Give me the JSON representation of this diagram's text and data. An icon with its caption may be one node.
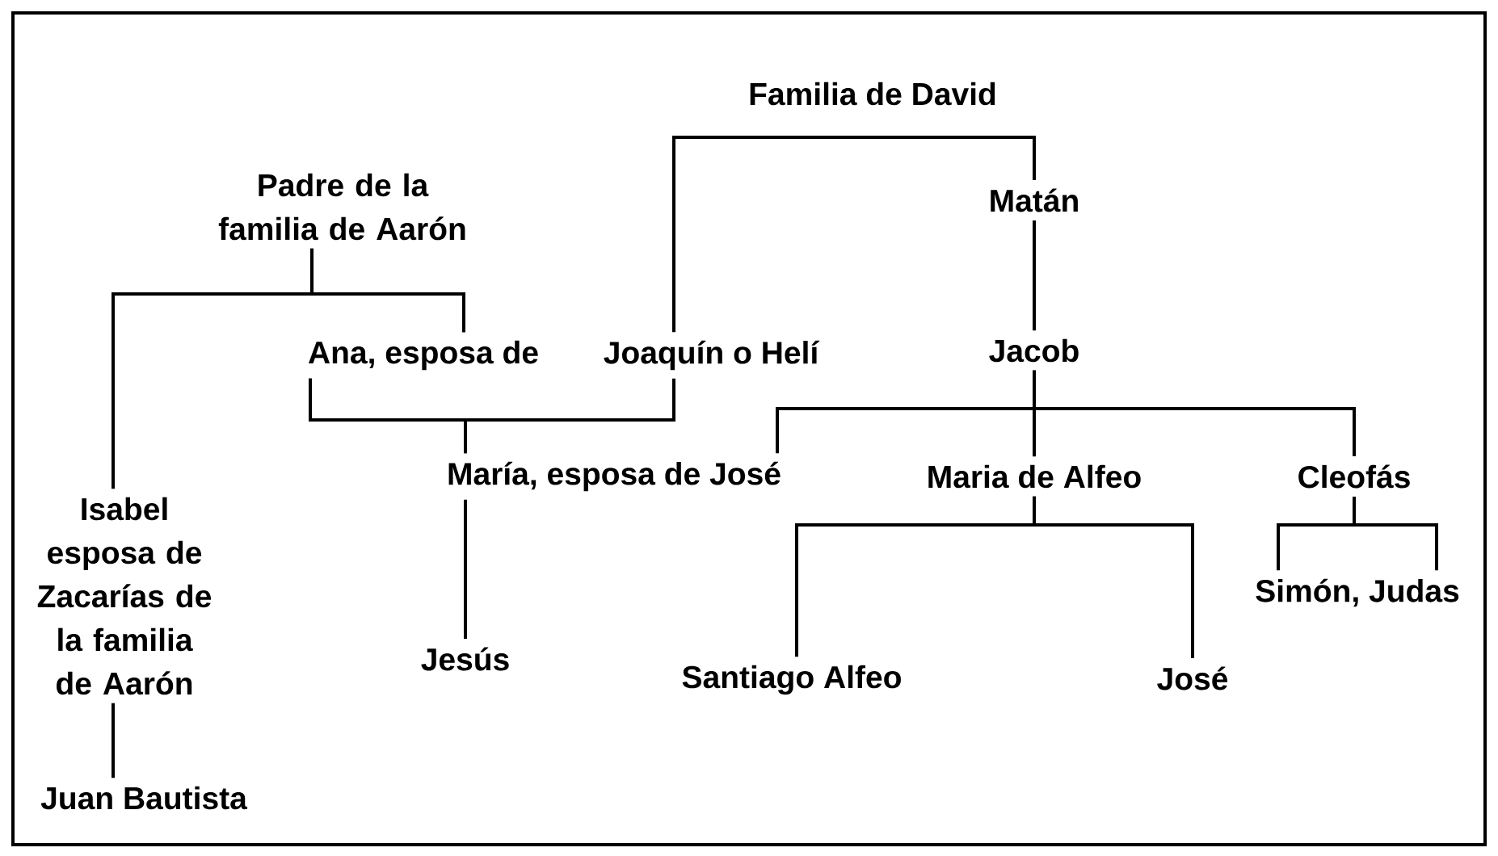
{
  "diagram": {
    "nodes": [
      {
        "text": [
          "Familia de David"
        ]
      },
      {
        "text": [
          "Padre de la familia de Aarón"
        ]
      },
      {
        "text": [
          "Matán"
        ]
      },
      {
        "text": [
          "Ana, esposa de"
        ]
      },
      {
        "text": [
          "Joaquín o Helí"
        ]
      },
      {
        "text": [
          "Jacob"
        ]
      },
      {
        "text": [
          "Isabel esposa de Zacarías de la familia de Aarón"
        ]
      },
      {
        "text": [
          "María, esposa de José"
        ]
      },
      {
        "text": [
          "Maria de Alfeo"
        ]
      },
      {
        "text": [
          "Cleofás"
        ]
      },
      {
        "text": [
          "Jesús"
        ]
      },
      {
        "text": [
          "Santiago Alfeo"
        ]
      },
      {
        "text": [
          "José"
        ]
      },
      {
        "text": [
          "Simón, Judas"
        ]
      },
      {
        "text": [
          "Juan Bautista"
        ]
      }
    ],
    "edges": [
      {
        "from": 0,
        "to": 4,
        "arrow": "none"
      },
      {
        "from": 0,
        "to": 2,
        "arrow": "none"
      },
      {
        "from": 1,
        "to": 6,
        "arrow": "none"
      },
      {
        "from": 1,
        "to": 3,
        "arrow": "none"
      },
      {
        "from": 2,
        "to": 5,
        "arrow": "none"
      },
      {
        "from": 3,
        "to": 7,
        "arrow": "none"
      },
      {
        "from": 4,
        "to": 7,
        "arrow": "none"
      },
      {
        "from": 5,
        "to": 7,
        "arrow": "none"
      },
      {
        "from": 5,
        "to": 8,
        "arrow": "none"
      },
      {
        "from": 5,
        "to": 9,
        "arrow": "none"
      },
      {
        "from": 7,
        "to": 10,
        "arrow": "none"
      },
      {
        "from": 8,
        "to": 11,
        "arrow": "none"
      },
      {
        "from": 8,
        "to": 12,
        "arrow": "none"
      },
      {
        "from": 9,
        "to": 13,
        "arrow": "none"
      },
      {
        "from": 9,
        "to": 13,
        "arrow": "none"
      },
      {
        "from": 6,
        "to": 14,
        "arrow": "none"
      }
    ]
  }
}
